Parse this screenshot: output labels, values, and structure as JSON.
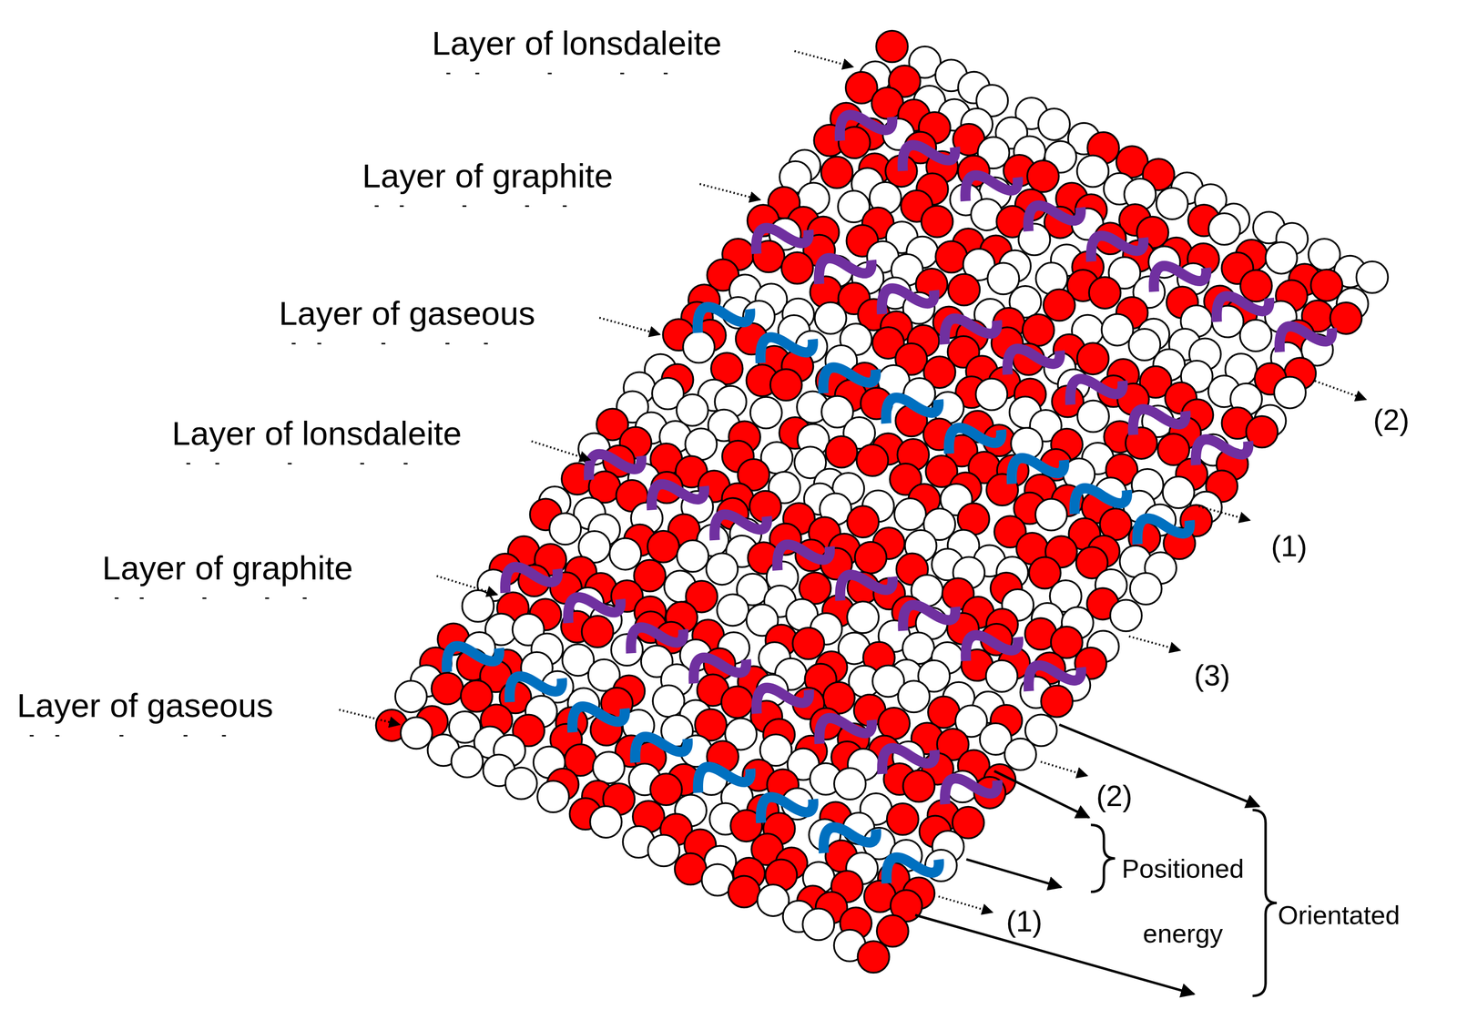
{
  "diagram": {
    "labels": [
      "Layer of lonsdaleite",
      "Layer of graphite",
      "Layer of gaseous",
      "Layer of lonsdaleite",
      "Layer of graphite",
      "Layer of gaseous",
      "(2)",
      "(1)",
      "(3)",
      "(2)",
      "(1)",
      "Positioned energy",
      "Orientated"
    ]
  }
}
